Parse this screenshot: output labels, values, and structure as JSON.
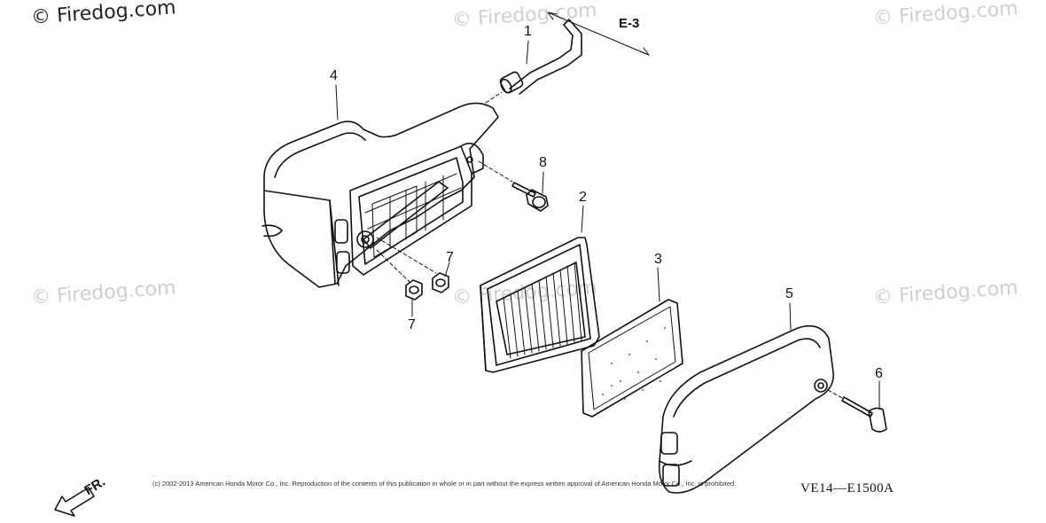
{
  "watermarks": {
    "main": "© Firedog.com",
    "faded": "© Firedog.com"
  },
  "reference": {
    "label": "E-3"
  },
  "callouts": [
    {
      "id": "1",
      "text": "1"
    },
    {
      "id": "2",
      "text": "2"
    },
    {
      "id": "3",
      "text": "3"
    },
    {
      "id": "4",
      "text": "4"
    },
    {
      "id": "5",
      "text": "5"
    },
    {
      "id": "6",
      "text": "6"
    },
    {
      "id": "7a",
      "text": "7"
    },
    {
      "id": "7b",
      "text": "7"
    },
    {
      "id": "8",
      "text": "8"
    }
  ],
  "direction": {
    "label": "FR."
  },
  "footer": {
    "copyright": "(c) 2002-2013 American Honda Motor Co., Inc. Reproduction of the contents of this publication in whole or in part without the express written approval of American Honda Motor Co., Inc. is prohibited.",
    "diagram_code": "VE14—E1500A"
  }
}
